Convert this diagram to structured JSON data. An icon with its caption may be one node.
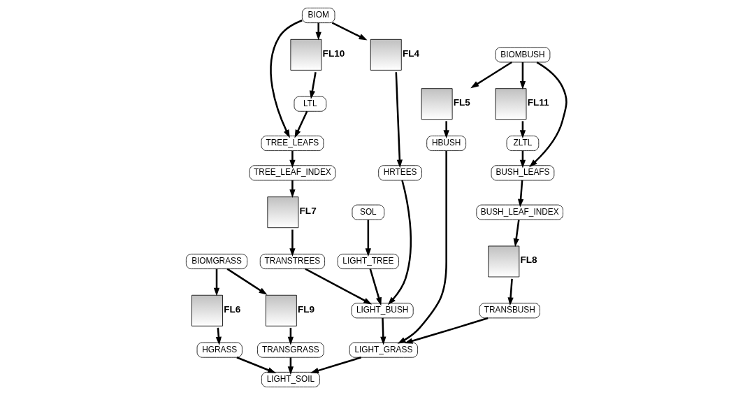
{
  "diagram": {
    "nodes": [
      {
        "text": [
          "BIOM"
        ]
      },
      {
        "text": [
          "SOL"
        ]
      },
      {
        "text": [
          "TREE_LEAF_INDEX"
        ]
      },
      {
        "text": [
          "TREE_LEAFS"
        ]
      },
      {
        "text": [],
        "shape": "picture",
        "beside": [
          "FL10"
        ]
      },
      {
        "text": [],
        "shape": "picture",
        "beside": [
          "FL4"
        ]
      },
      {
        "text": [
          "LIGHT_TREE"
        ]
      },
      {
        "text": [],
        "shape": "picture",
        "beside": [
          "FL7"
        ]
      },
      {
        "text": [
          "TRANSTREES"
        ]
      },
      {
        "text": [
          "LTL"
        ]
      },
      {
        "text": [
          "HRTEES"
        ]
      },
      {
        "text": [
          "LIGHT_BUSH"
        ]
      },
      {
        "text": [
          "BUSH_LEAF_INDEX"
        ]
      },
      {
        "text": [
          "BUSH_LEAFS"
        ]
      },
      {
        "text": [
          "BIOMBUSH"
        ]
      },
      {
        "text": [],
        "shape": "picture",
        "beside": [
          "FL8"
        ]
      },
      {
        "text": [
          "TRANSBUSH"
        ]
      },
      {
        "text": [
          "LIGHT_GRASS"
        ]
      },
      {
        "text": [],
        "shape": "picture",
        "beside": [
          "FL11"
        ]
      },
      {
        "text": [
          "ZLTL"
        ]
      },
      {
        "text": [],
        "shape": "picture",
        "beside": [
          "FL5"
        ]
      },
      {
        "text": [
          "BIOMGRASS"
        ]
      },
      {
        "text": [],
        "shape": "picture",
        "beside": [
          "FL9"
        ]
      },
      {
        "text": [],
        "shape": "picture",
        "beside": [
          "FL6"
        ]
      },
      {
        "text": [
          "TRANSGRASS"
        ]
      },
      {
        "text": [
          "LIGHT_SOIL"
        ]
      },
      {
        "text": [
          "HGRASS"
        ]
      },
      {
        "text": [
          "HBUSH"
        ]
      }
    ],
    "edges": [
      {
        "from": 1,
        "to": 6,
        "arrow": "to"
      },
      {
        "from": 6,
        "to": 11,
        "arrow": "to"
      },
      {
        "from": 8,
        "to": 11,
        "arrow": "to"
      },
      {
        "from": 10,
        "to": 11,
        "arrow": "to"
      },
      {
        "from": 0,
        "to": 3,
        "arrow": "to"
      },
      {
        "from": 0,
        "to": 4,
        "arrow": "to"
      },
      {
        "from": 0,
        "to": 5,
        "arrow": "to"
      },
      {
        "from": 3,
        "to": 2,
        "arrow": "to"
      },
      {
        "from": 2,
        "to": 7,
        "arrow": "to"
      },
      {
        "from": 7,
        "to": 8,
        "arrow": "to"
      },
      {
        "from": 4,
        "to": 9,
        "arrow": "to"
      },
      {
        "from": 9,
        "to": 3,
        "arrow": "to"
      },
      {
        "from": 5,
        "to": 10,
        "arrow": "to"
      },
      {
        "from": 11,
        "to": 17,
        "arrow": "to"
      },
      {
        "from": 14,
        "to": 13,
        "arrow": "to"
      },
      {
        "from": 13,
        "to": 12,
        "arrow": "to"
      },
      {
        "from": 12,
        "to": 15,
        "arrow": "to"
      },
      {
        "from": 15,
        "to": 16,
        "arrow": "to"
      },
      {
        "from": 16,
        "to": 17,
        "arrow": "to"
      },
      {
        "from": 14,
        "to": 18,
        "arrow": "to"
      },
      {
        "from": 14,
        "to": 20,
        "arrow": "to"
      },
      {
        "from": 18,
        "to": 19,
        "arrow": "to"
      },
      {
        "from": 19,
        "to": 13,
        "arrow": "to"
      },
      {
        "from": 20,
        "to": 27,
        "arrow": "to"
      },
      {
        "from": 17,
        "to": 25,
        "arrow": "to"
      },
      {
        "from": 21,
        "to": 22,
        "arrow": "to"
      },
      {
        "from": 21,
        "to": 23,
        "arrow": "to"
      },
      {
        "from": 22,
        "to": 24,
        "arrow": "to"
      },
      {
        "from": 24,
        "to": 25,
        "arrow": "to"
      },
      {
        "from": 23,
        "to": 26,
        "arrow": "to"
      },
      {
        "from": 26,
        "to": 25,
        "arrow": "to"
      },
      {
        "from": 27,
        "to": 17,
        "arrow": "to"
      }
    ]
  }
}
